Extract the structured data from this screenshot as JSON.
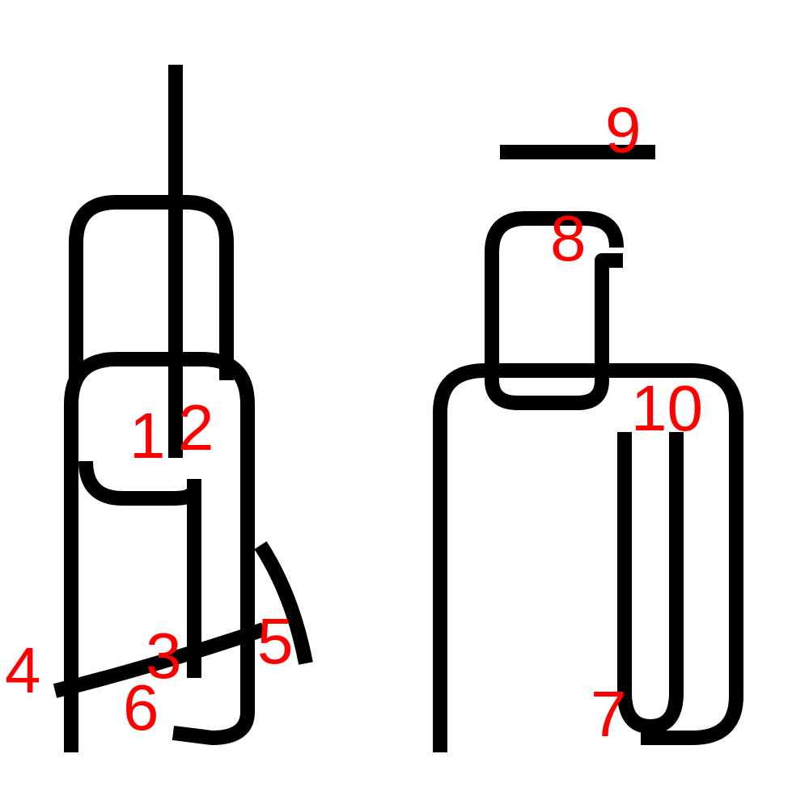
{
  "diagram": {
    "colors": {
      "background": "#ffffff",
      "stroke": "#000000",
      "label": "#ff0000"
    },
    "labels": {
      "l1": "1",
      "l2": "2",
      "l3": "3",
      "l4": "4",
      "l5": "5",
      "l6": "6",
      "l7": "7",
      "l8": "8",
      "l9": "9",
      "l10": "10"
    }
  }
}
